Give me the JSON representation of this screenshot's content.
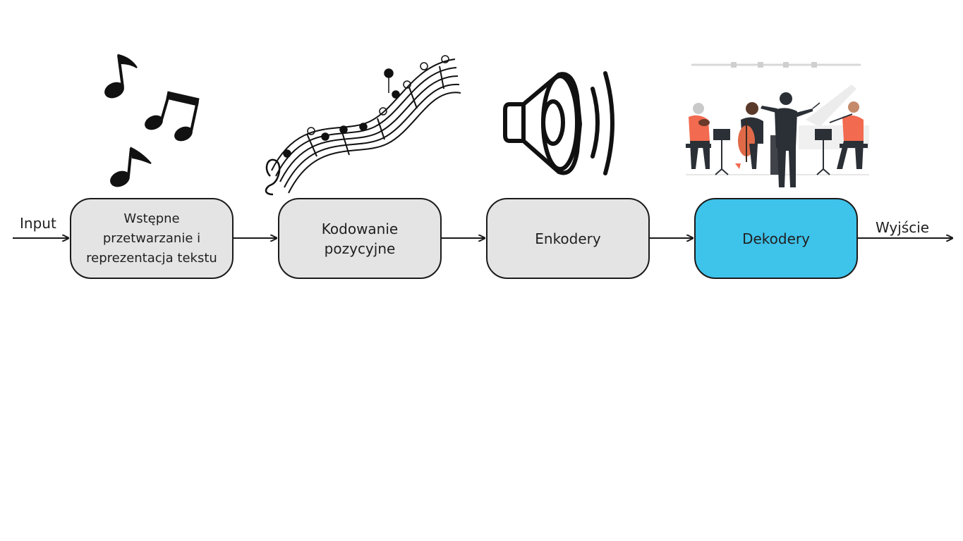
{
  "diagram": {
    "input_label": "Input",
    "output_label": "Wyjście",
    "stages": [
      {
        "label": "Wstępne przetwarzanie i reprezentacja tekstu",
        "icon": "music-notes-icon"
      },
      {
        "label": "Kodowanie pozycyjne",
        "icon": "music-staff-icon"
      },
      {
        "label": "Enkodery",
        "icon": "speaker-icon"
      },
      {
        "label": "Dekodery",
        "icon": "orchestra-illustration"
      }
    ]
  },
  "colors": {
    "box_fill": "#e4e4e4",
    "accent_fill": "#3ec3ea",
    "stroke": "#1a1a1a",
    "orchestra_accent": "#f26a4f"
  }
}
